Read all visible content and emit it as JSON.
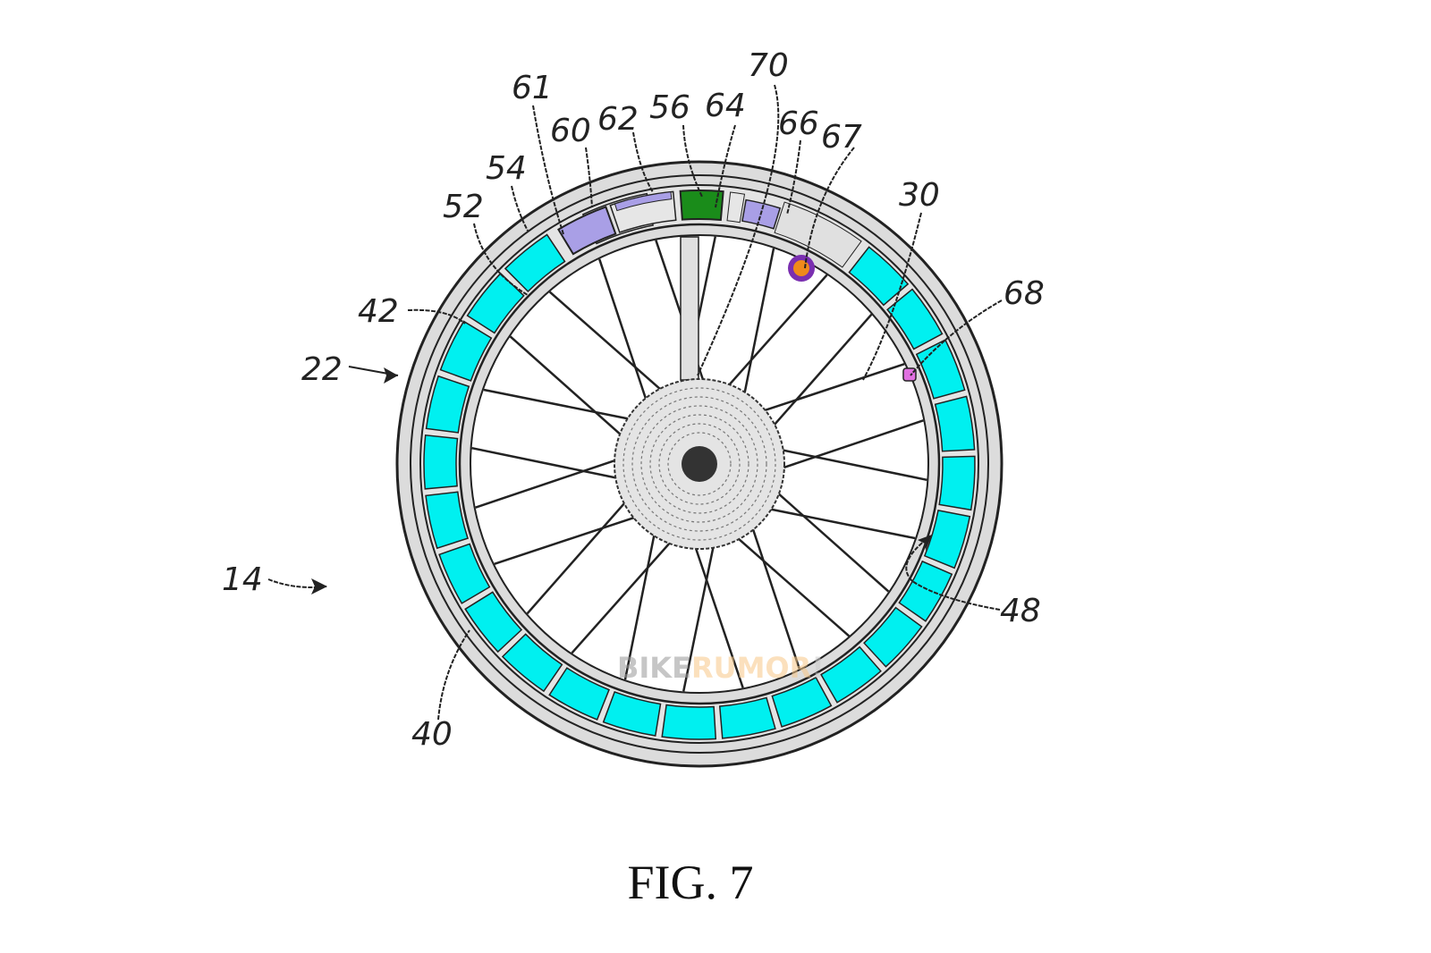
{
  "figure": {
    "caption": "FIG. 7",
    "labels": [
      "61",
      "60",
      "62",
      "56",
      "64",
      "70",
      "66",
      "67",
      "54",
      "52",
      "30",
      "68",
      "42",
      "22",
      "14",
      "48",
      "40"
    ],
    "watermark": {
      "part1": "BIKE",
      "part2": "RUMOR",
      "part3": "!"
    }
  },
  "colors": {
    "tire": "#dcdcdc",
    "chamber": "#00f0f0",
    "pump": "#a99fe6",
    "controller": "#1a8c1a",
    "valve_outer": "#7a2fb0",
    "valve_inner": "#f08a1a",
    "sensor": "#e070e0"
  }
}
